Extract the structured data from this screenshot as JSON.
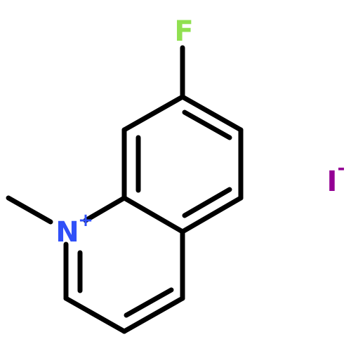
{
  "molecule": {
    "atoms": {
      "fluorine": {
        "symbol": "F",
        "color": "#90e050"
      },
      "nitrogen": {
        "symbol": "N",
        "charge": "+",
        "color": "#3050f8"
      },
      "iodide": {
        "symbol": "I",
        "charge": "-",
        "color": "#940094"
      }
    },
    "bond_color": "#000000",
    "background": "#ffffff"
  }
}
